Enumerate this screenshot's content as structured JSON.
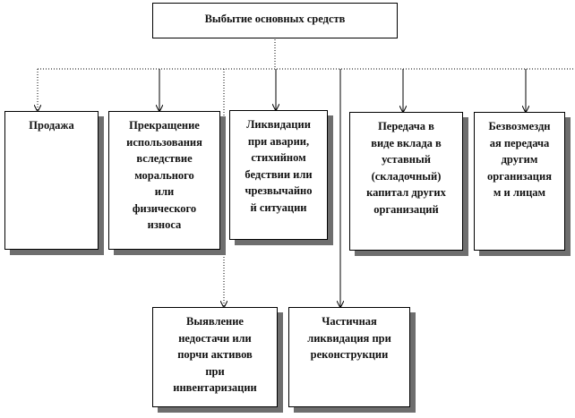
{
  "colors": {
    "line": "#000000",
    "shadow": "#6e6e6e",
    "box_fill": "#ffffff",
    "text": "#111111"
  },
  "root": {
    "label": "Выбытие основных средств"
  },
  "categories": [
    {
      "id": "sale",
      "label": "Продажа"
    },
    {
      "id": "obsolescence",
      "label": "Прекращение\nиспользования\nвследствие\nморального\nили\nфизического\nизноса"
    },
    {
      "id": "emergency",
      "label": "Ликвидации\nпри аварии,\nстихийном\nбедствии или\nчрезвычайно\nй ситуации"
    },
    {
      "id": "capital",
      "label": "Передача в\nвиде вклада в\nуставный\n(складочный)\nкапитал других\nорганизаций"
    },
    {
      "id": "gratuitous",
      "label": "Безвозмездн\nая передача\nдругим\nорганизация\nм и лицам"
    },
    {
      "id": "shortage",
      "label": "Выявление\nнедостачи или\nпорчи активов\nпри\nинвентаризации"
    },
    {
      "id": "reconstruction",
      "label": "Частичная\nликвидация при\nреконструкции"
    }
  ]
}
